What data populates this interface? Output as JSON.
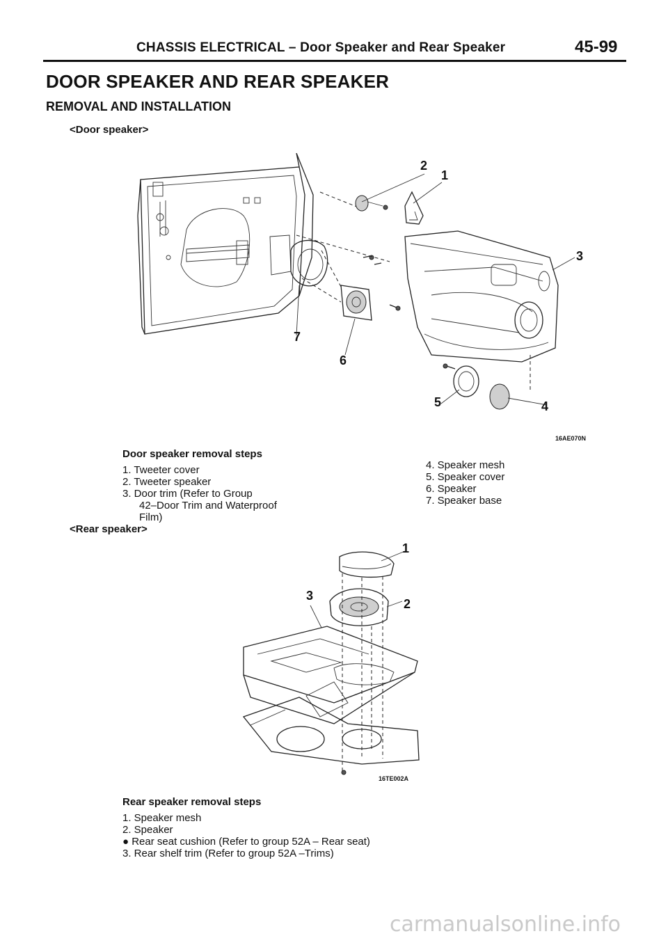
{
  "header": {
    "section": "CHASSIS ELECTRICAL",
    "separator": "–",
    "subsection": "Door Speaker and Rear Speaker",
    "page_number": "45-99"
  },
  "title": "DOOR SPEAKER AND REAR SPEAKER",
  "subtitle": "REMOVAL AND INSTALLATION",
  "door_section": {
    "label": "<Door speaker>",
    "figure_ref": "16AE070N",
    "callouts": [
      "1",
      "2",
      "3",
      "4",
      "5",
      "6",
      "7"
    ],
    "steps_title": "Door speaker removal steps",
    "steps_left": [
      "1. Tweeter cover",
      "2. Tweeter speaker",
      "3. Door trim (Refer to Group",
      "42–Door Trim and Waterproof",
      "Film)"
    ],
    "steps_right": [
      "4. Speaker mesh",
      "5. Speaker cover",
      "6. Speaker",
      "7. Speaker base"
    ]
  },
  "rear_section": {
    "label": "<Rear speaker>",
    "figure_ref": "16TE002A",
    "callouts": [
      "1",
      "2",
      "3"
    ],
    "steps_title": "Rear speaker removal steps",
    "steps": [
      "1. Speaker mesh",
      "2. Speaker",
      "● Rear seat cushion (Refer to group 52A – Rear seat)",
      "3. Rear shelf trim (Refer to group 52A –Trims)"
    ]
  },
  "watermark": "carmanualsonline.info"
}
